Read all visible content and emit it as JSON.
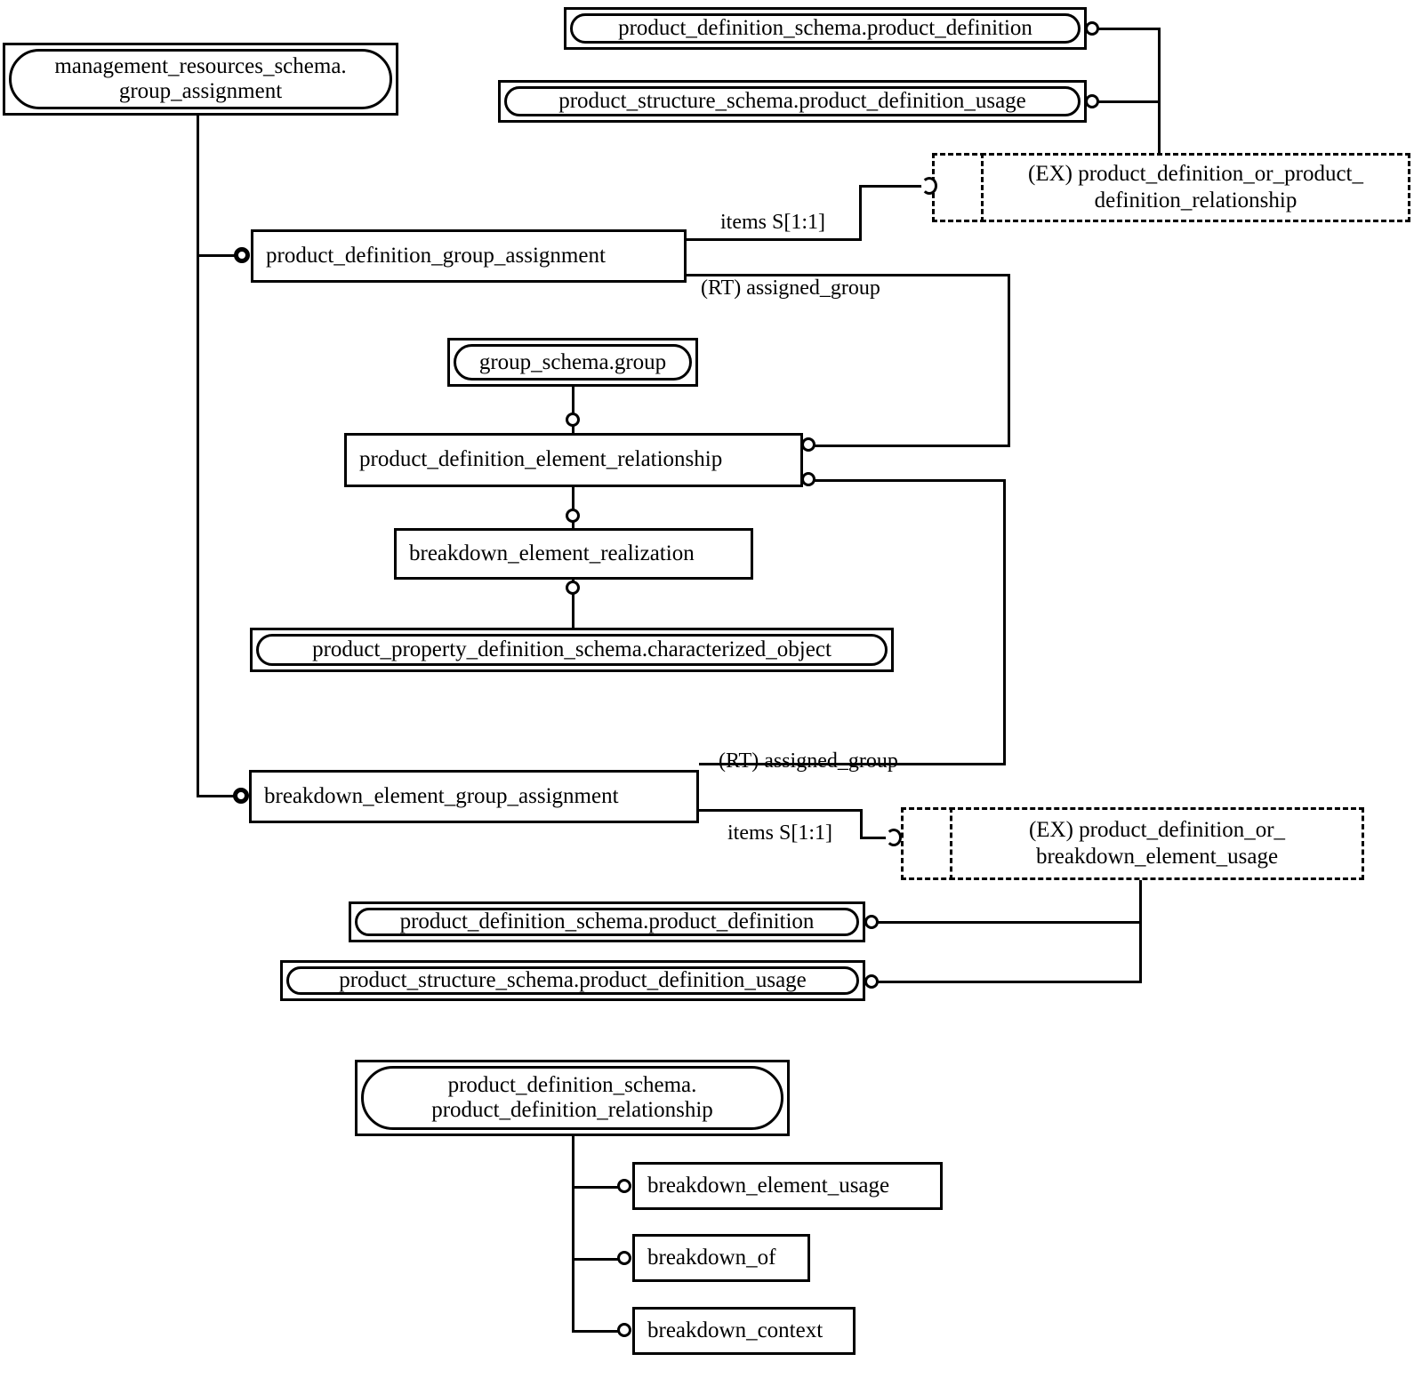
{
  "diagram": {
    "type": "EXPRESS-G entity-level diagram",
    "nodes": {
      "management_resources_schema_group_assignment": "management_resources_schema.\ngroup_assignment",
      "pds_product_definition_top": "product_definition_schema.product_definition",
      "pss_product_definition_usage_top": "product_structure_schema.product_definition_usage",
      "ex_pd_or_pd_relationship": "(EX) product_definition_or_product_\ndefinition_relationship",
      "product_definition_group_assignment": "product_definition_group_assignment",
      "group_schema_group": "group_schema.group",
      "product_definition_element_relationship": "product_definition_element_relationship",
      "breakdown_element_realization": "breakdown_element_realization",
      "ppds_characterized_object": "product_property_definition_schema.characterized_object",
      "breakdown_element_group_assignment": "breakdown_element_group_assignment",
      "ex_pd_or_breakdown_element_usage": "(EX) product_definition_or_\nbreakdown_element_usage",
      "pds_product_definition_bottom": "product_definition_schema.product_definition",
      "pss_product_definition_usage_bottom": "product_structure_schema.product_definition_usage",
      "pds_product_definition_relationship": "product_definition_schema.\nproduct_definition_relationship",
      "breakdown_element_usage": "breakdown_element_usage",
      "breakdown_of": "breakdown_of",
      "breakdown_context": "breakdown_context"
    },
    "edge_labels": {
      "items_upper": "items S[1:1]",
      "assigned_group_upper": "(RT) assigned_group",
      "assigned_group_lower": "(RT) assigned_group",
      "items_lower": "items S[1:1]"
    },
    "colors": {
      "stroke": "#000000",
      "background": "#ffffff"
    }
  }
}
